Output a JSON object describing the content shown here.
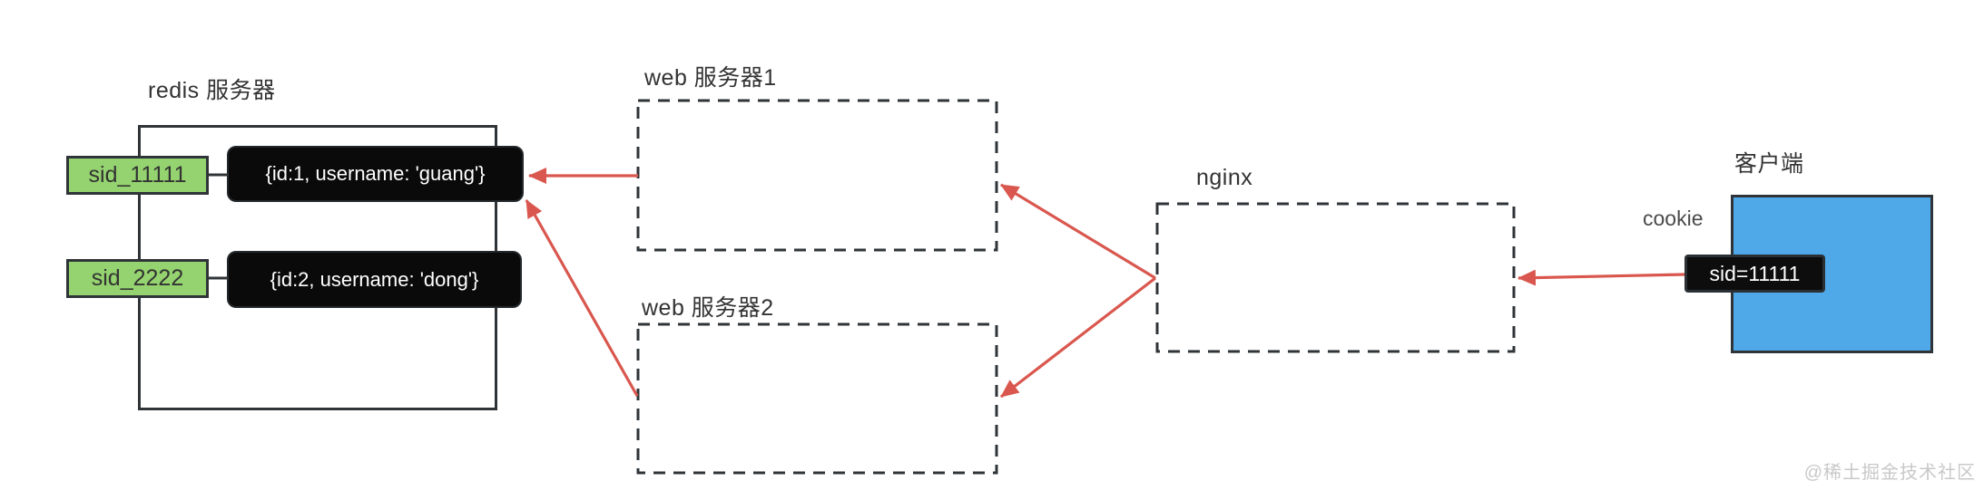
{
  "colors": {
    "stroke_dark": "#2f3438",
    "key_green": "#94d36f",
    "client_blue": "#4fa9e8",
    "arrow_red": "#d9574e",
    "value_black": "#0a0a0a",
    "label_text": "#333333",
    "watermark_gray": "#c8c8c8"
  },
  "redis": {
    "title": "redis 服务器",
    "entries": [
      {
        "key": "sid_11111",
        "value": "{id:1, username: 'guang'}"
      },
      {
        "key": "sid_2222",
        "value": "{id:2, username: 'dong'}"
      }
    ]
  },
  "web_server_1": {
    "label": "web 服务器1"
  },
  "web_server_2": {
    "label": "web 服务器2"
  },
  "nginx": {
    "label": "nginx"
  },
  "client": {
    "label": "客户端",
    "cookie_label": "cookie",
    "cookie_value": "sid=11111"
  },
  "watermark": "@稀土掘金技术社区"
}
